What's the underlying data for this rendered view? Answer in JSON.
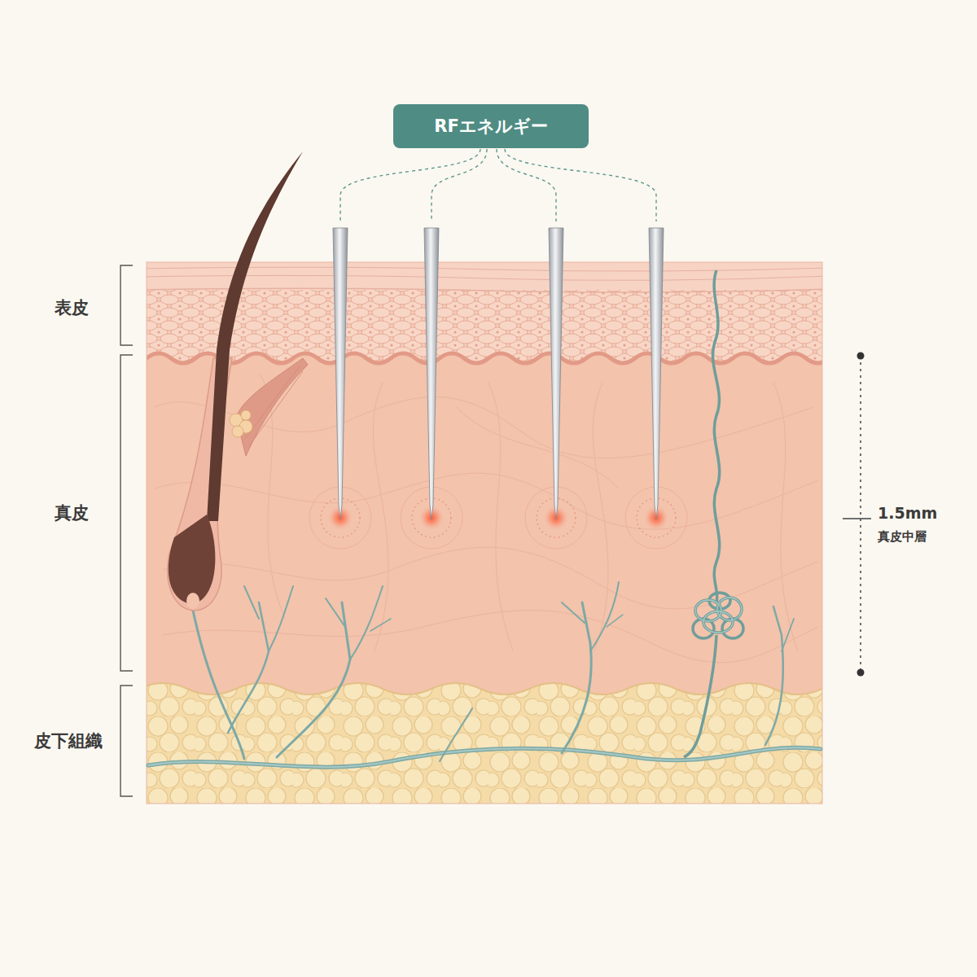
{
  "diagram": {
    "nodes": [
      {
        "text": [
          "RFエネルギー"
        ]
      }
    ],
    "labels": [
      "表皮",
      "真皮",
      "皮下組織",
      "1.5mm",
      "真皮中層"
    ]
  }
}
